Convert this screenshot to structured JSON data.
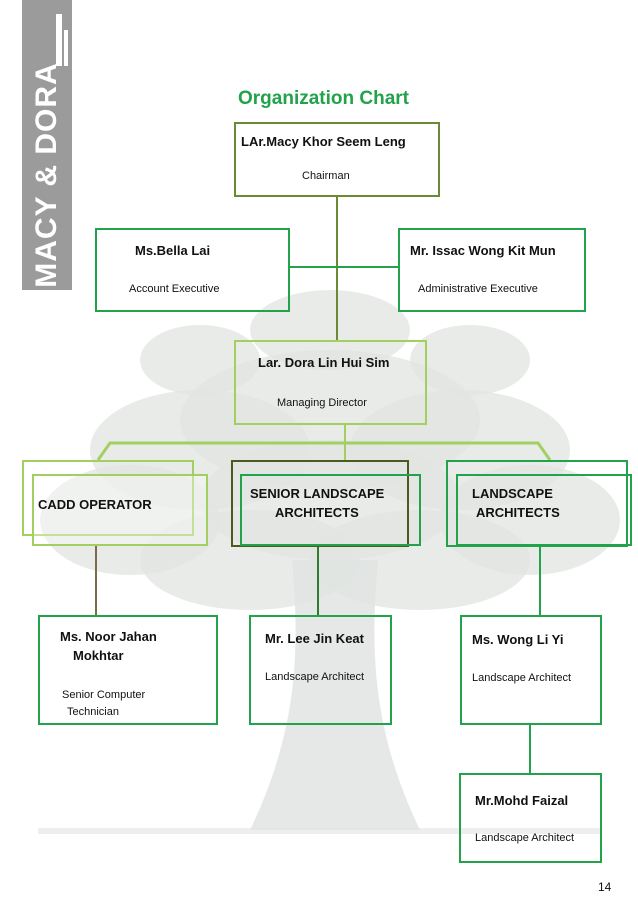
{
  "brand": {
    "text": "MACY & DORA"
  },
  "title": "Organization Chart",
  "page_number": "14",
  "colors": {
    "green": "#22a24a",
    "olive": "#6b8a34",
    "light_green": "#a3cf62",
    "dark_olive": "#4c5a1f",
    "brown": "#7d6a4a",
    "brand_grey": "#9b9b9b",
    "tree": "#e1e4e2"
  },
  "chairman": {
    "name": "LAr.Macy Khor Seem Leng",
    "role": "Chairman"
  },
  "account_exec": {
    "name": "Ms.Bella Lai",
    "role": "Account Executive"
  },
  "admin_exec": {
    "name": "Mr. Issac Wong Kit Mun",
    "role": "Administrative Executive"
  },
  "md": {
    "name": "Lar. Dora Lin Hui Sim",
    "role": "Managing Director"
  },
  "cadd": {
    "label": "CADD OPERATOR"
  },
  "senior": {
    "label_line1": "SENIOR LANDSCAPE",
    "label_line2": "ARCHITECTS"
  },
  "landscape": {
    "label_line1": "LANDSCAPE",
    "label_line2": "ARCHITECTS"
  },
  "noor": {
    "name_line1": "Ms. Noor Jahan",
    "name_line2": "Mokhtar",
    "role_line1": "Senior Computer",
    "role_line2": "Technician"
  },
  "lee": {
    "name": "Mr. Lee Jin Keat",
    "role": "Landscape Architect"
  },
  "wong": {
    "name": "Ms. Wong Li Yi",
    "role": "Landscape Architect"
  },
  "faizal": {
    "name": "Mr.Mohd Faizal",
    "role": "Landscape Architect"
  }
}
